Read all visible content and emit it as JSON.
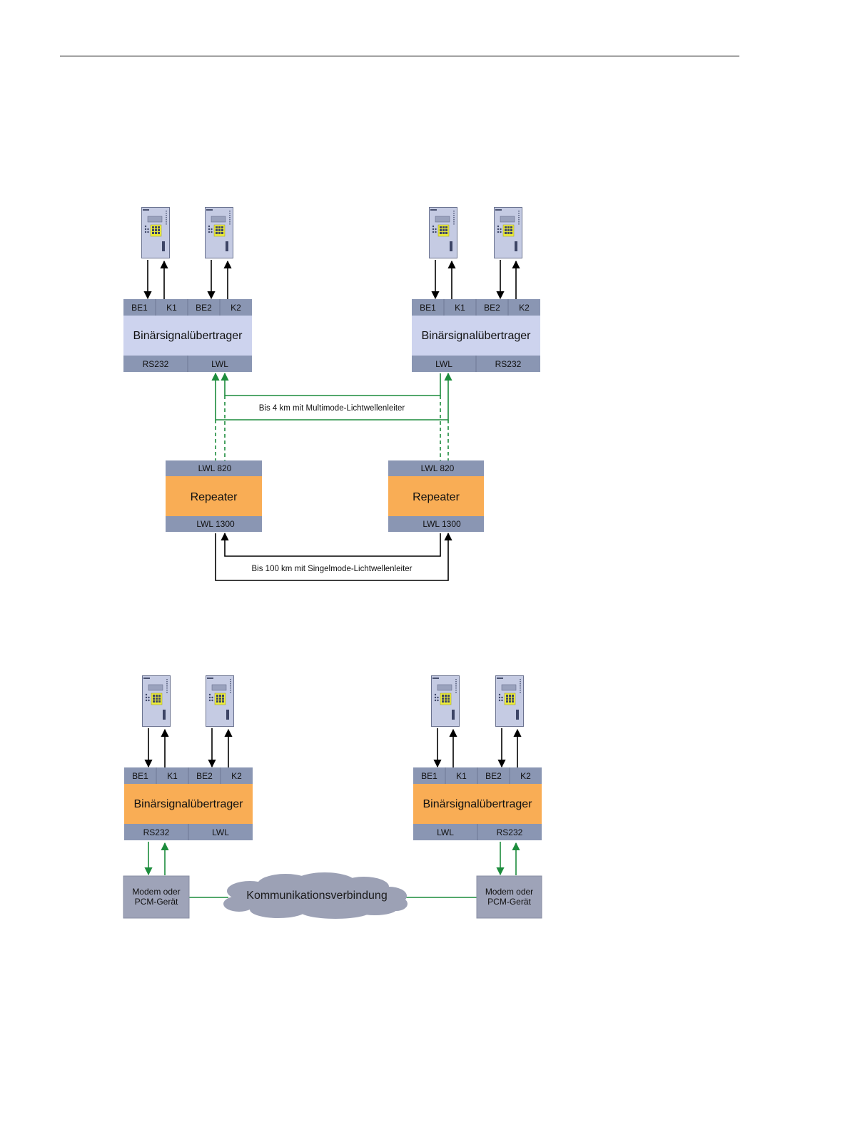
{
  "colors": {
    "port_bar": "#8a96b3",
    "device_blue": "#cdd3ee",
    "device_orange": "#f9ad55",
    "fiber_green": "#1c8c3c",
    "modem_gray": "#9ea3b8",
    "cloud_gray": "#9ca1b5"
  },
  "icons": [
    "protection-relay-icon",
    "arrow-icon",
    "cloud-icon"
  ],
  "diagram1": {
    "left": {
      "ports_top": [
        "BE1",
        "K1",
        "BE2",
        "K2"
      ],
      "title": "Binärsignalübertrager",
      "ports_bottom": [
        "RS232",
        "LWL"
      ]
    },
    "right": {
      "ports_top": [
        "BE1",
        "K1",
        "BE2",
        "K2"
      ],
      "title": "Binärsignalübertrager",
      "ports_bottom": [
        "LWL",
        "RS232"
      ]
    },
    "multimode_label": "Bis 4 km mit Multimode-Lichtwellenleiter",
    "repeater_left": {
      "top": "LWL 820",
      "title": "Repeater",
      "bottom": "LWL 1300"
    },
    "repeater_right": {
      "top": "LWL 820",
      "title": "Repeater",
      "bottom": "LWL 1300"
    },
    "singlemode_label": "Bis 100 km mit Singelmode-Lichtwellenleiter"
  },
  "diagram2": {
    "left": {
      "ports_top": [
        "BE1",
        "K1",
        "BE2",
        "K2"
      ],
      "title": "Binärsignalübertrager",
      "ports_bottom": [
        "RS232",
        "LWL"
      ]
    },
    "right": {
      "ports_top": [
        "BE1",
        "K1",
        "BE2",
        "K2"
      ],
      "title": "Binärsignalübertrager",
      "ports_bottom": [
        "LWL",
        "RS232"
      ]
    },
    "modem_left": [
      "Modem oder",
      "PCM-Gerät"
    ],
    "modem_right": [
      "Modem oder",
      "PCM-Gerät"
    ],
    "cloud_label": "Kommunikationsverbindung"
  }
}
